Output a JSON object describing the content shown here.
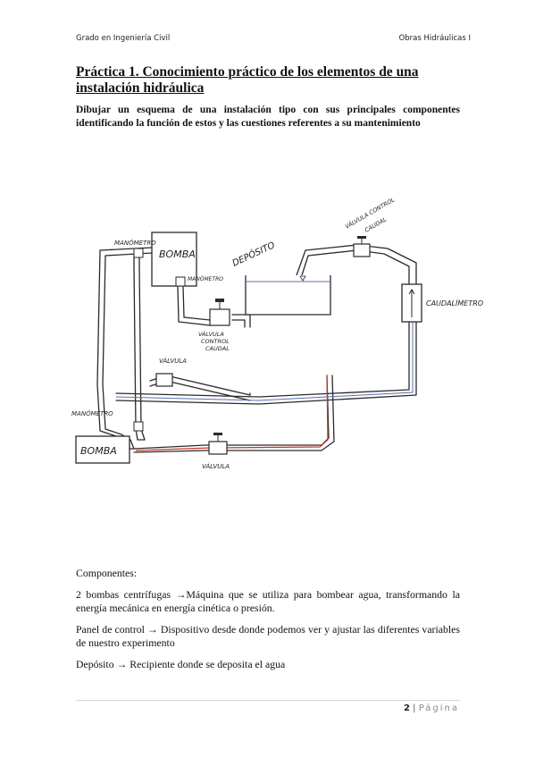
{
  "header": {
    "left": "Grado en Ingeniería Civil",
    "right": "Obras Hidráulicas I"
  },
  "title": "Práctica 1.  Conocimiento práctico de los elementos de una instalación hidráulica",
  "subtitle": "Dibujar un esquema de una instalación tipo con sus principales componentes identificando la función de estos y las cuestiones referentes a su mantenimiento",
  "diagram": {
    "labels": {
      "bomba_top": "BOMBA",
      "bomba_bottom": "BOMBA",
      "manometro_1": "MANÓMETRO",
      "manometro_2": "MANÓMETRO",
      "manometro_3": "MANÓMETRO",
      "deposito": "DEPÓSITO",
      "valvula_control_caudal_top_1": "VÁLVULA CONTROL",
      "valvula_control_caudal_top_2": "CAUDAL",
      "valvula_control_caudal_mid_1": "VÁLVULA",
      "valvula_control_caudal_mid_2": "CONTROL",
      "valvula_control_caudal_mid_3": "CAUDAL",
      "caudalimetro": "CAUDALÍMETRO",
      "valvula_mid": "VÁLVULA",
      "valvula_bottom": "VÁLVULA"
    },
    "colors": {
      "pipe": "#2a2a2a",
      "red_pipe": "#c0392b",
      "blue_pipe": "#5b6fb0"
    }
  },
  "components_heading": "Componentes:",
  "components": [
    "2 bombas centrífugas →Máquina que se utiliza para bombear agua, transformando la energía mecánica en energía cinética o presión.",
    "Panel de control → Dispositivo desde donde podemos ver y ajustar las diferentes variables de nuestro experimento",
    "Depósito → Recipiente donde se deposita el agua"
  ],
  "footer": {
    "page_number": "2",
    "separator": "|",
    "word": "Página"
  }
}
